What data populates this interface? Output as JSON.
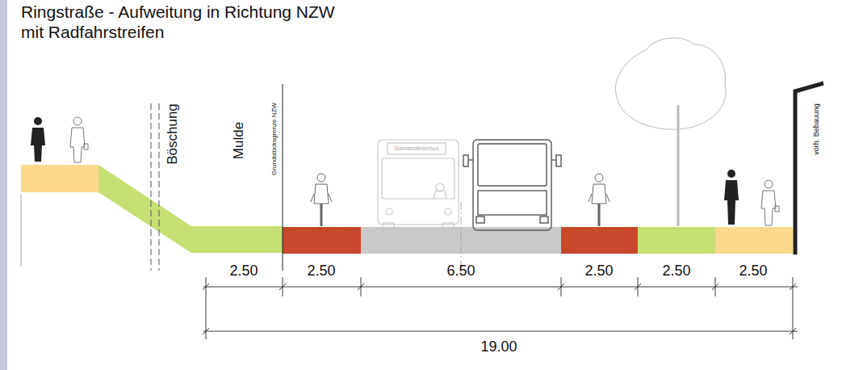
{
  "diagram": {
    "title": "Ringstraße - Aufweitung in Richtung NZW mit Radfahrstreifen",
    "labels": [
      "Böschung",
      "Mulde",
      "Grundstücksgrenze NZW",
      "Standardlinienbus",
      "vorh. Bebauung",
      "2.50",
      "2.50",
      "6.50",
      "2.50",
      "2.50",
      "2.50",
      "19.00"
    ]
  }
}
